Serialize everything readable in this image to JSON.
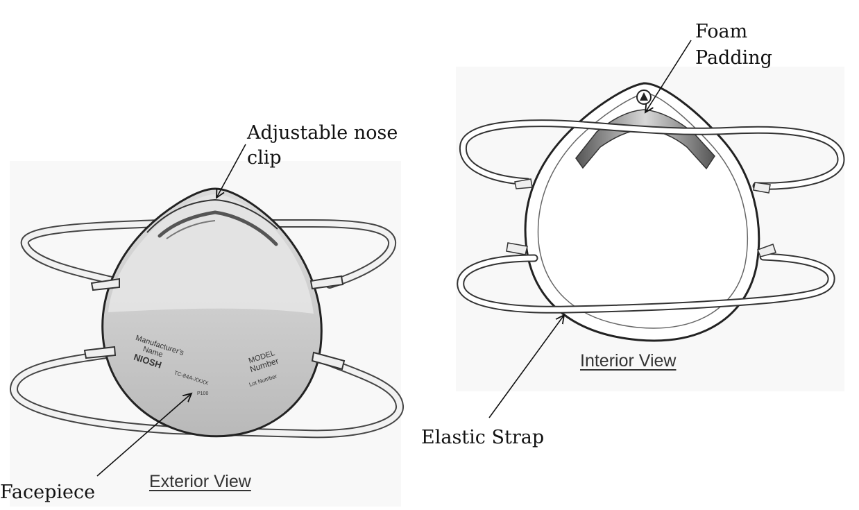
{
  "labels": {
    "nose_clip_line1": "Adjustable nose",
    "nose_clip_line2": "clip",
    "facepiece": "Facepiece",
    "foam_line1": "Foam",
    "foam_line2": "Padding",
    "elastic_strap": "Elastic Strap"
  },
  "captions": {
    "exterior": "Exterior View",
    "interior": "Interior View"
  },
  "mask_print": {
    "manufacturer": "Manufacturer's",
    "name": "Name",
    "niosh": "NIOSH",
    "tc": "TC-84A-XXXX",
    "model": "MODEL",
    "number": "Number",
    "lot": "Lot Number",
    "rating": "P100"
  }
}
